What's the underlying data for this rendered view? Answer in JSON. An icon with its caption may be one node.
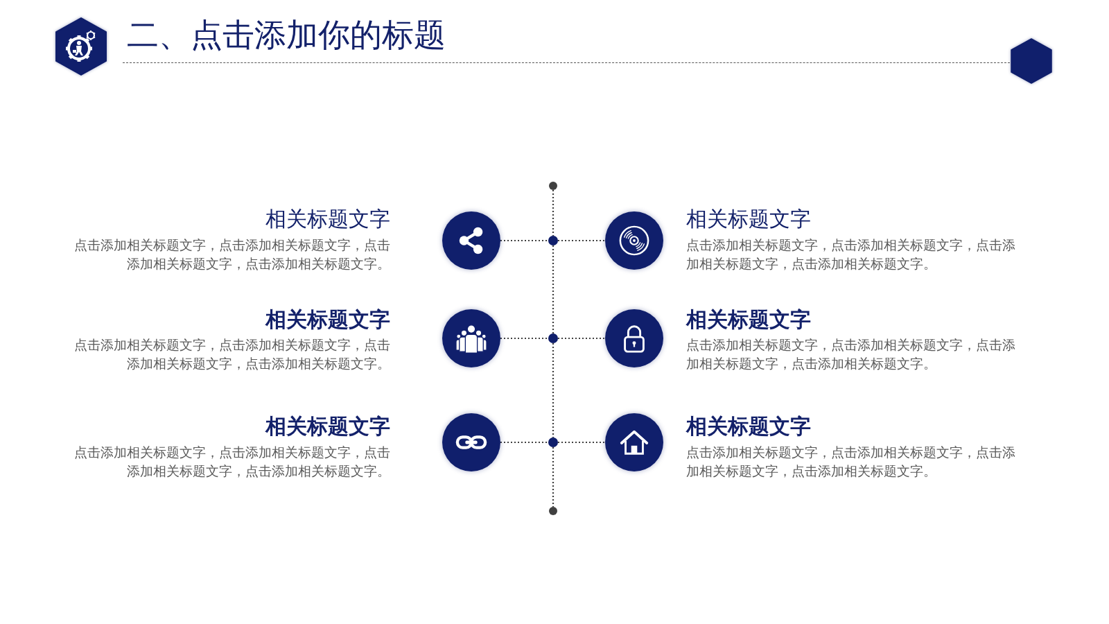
{
  "diagram": {
    "title": "二、点击添加你的标题",
    "nodes": [
      {
        "text": [],
        "shape": "circle"
      },
      {
        "text": [],
        "shape": "circle",
        "beside": [
          "相关标题文字",
          "点击添加相关标题文字，点击添加相关标题文字，点击添加相关标题文字，点击添加相关标题文字。"
        ]
      },
      {
        "text": [],
        "shape": "circle"
      },
      {
        "text": [],
        "shape": "circle",
        "beside": [
          "相关标题文字",
          "点击添加相关标题文字，点击添加相关标题文字，点击添加相关标题文字，点击添加相关标题文字。"
        ]
      },
      {
        "text": [],
        "shape": "circle",
        "beside": [
          "相关标题文字",
          "点击添加相关标题文字，点击添加相关标题文字，点击添加相关标题文字，点击添加相关标题文字。"
        ]
      },
      {
        "text": [],
        "shape": "circle"
      },
      {
        "text": [],
        "shape": "circle",
        "beside": [
          "相关标题文字",
          "点击添加相关标题文字，点击添加相关标题文字，点击添加相关标题文字，点击添加相关标题文字。"
        ]
      },
      {
        "text": [],
        "shape": "circle",
        "beside": [
          "相关标题文字",
          "点击添加相关标题文字，点击添加相关标题文字，点击添加相关标题文字，点击添加相关标题文字。"
        ]
      },
      {
        "text": [],
        "shape": "circle"
      },
      {
        "text": [],
        "shape": "circle",
        "beside": [
          "相关标题文字",
          "点击添加相关标题文字，点击添加相关标题文字，点击添加相关标题文字，点击添加相关标题文字。"
        ]
      },
      {
        "text": [],
        "shape": "circle"
      }
    ],
    "edges": [
      {
        "from": 0,
        "to": 2,
        "arrow": "none"
      },
      {
        "from": 1,
        "to": 2,
        "arrow": "none"
      },
      {
        "from": 2,
        "to": 3,
        "arrow": "none"
      },
      {
        "from": 2,
        "to": 5,
        "arrow": "none"
      },
      {
        "from": 4,
        "to": 5,
        "arrow": "none"
      },
      {
        "from": 5,
        "to": 6,
        "arrow": "none"
      },
      {
        "from": 5,
        "to": 8,
        "arrow": "none"
      },
      {
        "from": 7,
        "to": 8,
        "arrow": "none"
      },
      {
        "from": 8,
        "to": 9,
        "arrow": "none"
      },
      {
        "from": 8,
        "to": 10,
        "arrow": "none"
      }
    ]
  }
}
